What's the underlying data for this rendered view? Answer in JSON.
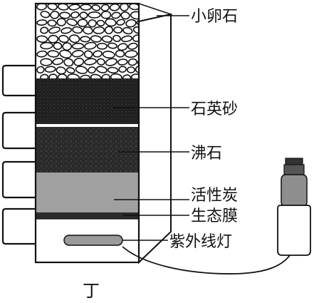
{
  "diagram": {
    "labels": {
      "pebbles": "小卵石",
      "quartz_sand": "石英砂",
      "zeolite": "沸石",
      "activated_carbon": "活性炭",
      "membrane": "生态膜",
      "uv_lamp": "紫外线灯"
    },
    "caption": "丁"
  },
  "colors": {
    "stroke": "#111111",
    "quartz_sand": "#222222",
    "zeolite": "#2e2e2e",
    "activated_carbon": "#9a9a9a",
    "membrane": "#333333",
    "lamp": "#9a9a9a",
    "side_panel": "#ffffff"
  }
}
